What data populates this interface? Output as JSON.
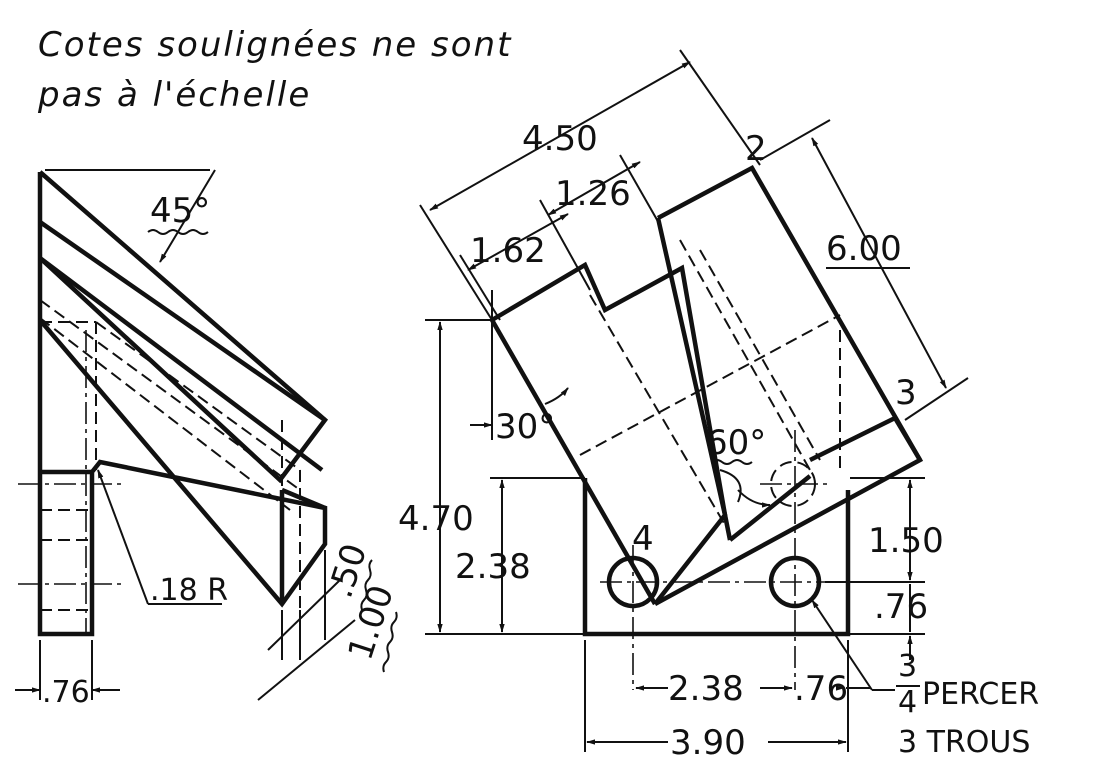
{
  "note": {
    "line1": "Cotes soulignées ne sont",
    "line2": "pas à l'échelle"
  },
  "dimensions": {
    "angle_45": "45°",
    "radius_18": ".18 R",
    "left_76": ".76",
    "thick_50": ".50",
    "thick_100": "1.00",
    "width_450": "4.50",
    "width_126": "1.26",
    "width_162": "1.62",
    "length_600": "6.00",
    "angle_30": "30°",
    "angle_60": "60°",
    "height_470": "4.70",
    "height_238": "2.38",
    "height_150": "1.50",
    "height_76": ".76",
    "horiz_238": "2.38",
    "horiz_76": ".76",
    "width_390": "3.90"
  },
  "point_labels": [
    "2",
    "3",
    "4"
  ],
  "hole_note": {
    "fraction_num": "3",
    "fraction_den": "4",
    "action": "PERCER",
    "count": "3 TROUS"
  }
}
